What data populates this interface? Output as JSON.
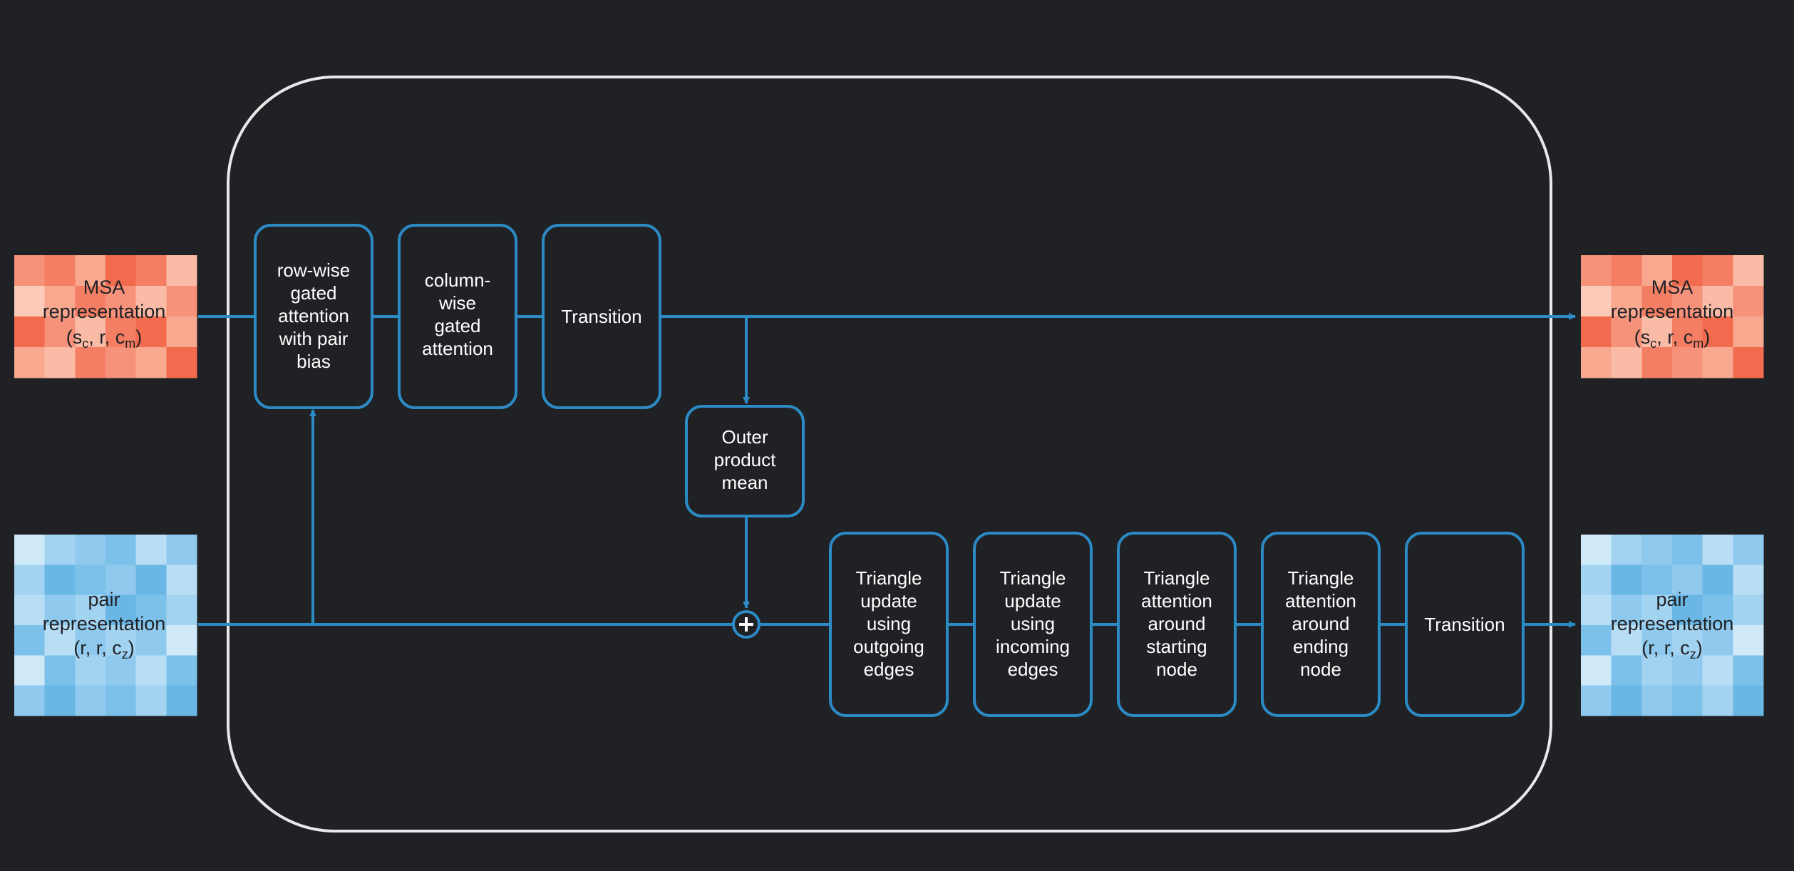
{
  "colors": {
    "background": "#202125",
    "accent": "#2c8ac4",
    "frame": "#e9e9e9",
    "msa_palette": [
      "#f26b4e",
      "#f47e63",
      "#f6927a",
      "#f8a88f",
      "#fabba6",
      "#fccab8"
    ],
    "pair_palette": [
      "#6ab7e6",
      "#7cc1ea",
      "#8fcaee",
      "#a2d3f1",
      "#b8def5",
      "#cfe9f9"
    ]
  },
  "inputs": {
    "msa": {
      "line1": "MSA",
      "line2": "representation",
      "dims_prefix": "(s",
      "dims_sub1": "c",
      "dims_mid": ", r, c",
      "dims_sub2": "m",
      "dims_suffix": ")"
    },
    "pair": {
      "line1": "pair",
      "line2": "representation",
      "dims_prefix": "(r, r, c",
      "dims_sub": "z",
      "dims_suffix": ")"
    }
  },
  "outputs": {
    "msa": {
      "line1": "MSA",
      "line2": "representation",
      "dims_prefix": "(s",
      "dims_sub1": "c",
      "dims_mid": ", r, c",
      "dims_sub2": "m",
      "dims_suffix": ")"
    },
    "pair": {
      "line1": "pair",
      "line2": "representation",
      "dims_prefix": "(r, r, c",
      "dims_sub": "z",
      "dims_suffix": ")"
    }
  },
  "msa_blocks": [
    {
      "lines": [
        "row-wise",
        "gated",
        "attention",
        "with pair",
        "bias"
      ]
    },
    {
      "lines": [
        "column-",
        "wise",
        "gated",
        "attention"
      ]
    },
    {
      "lines": [
        "Transition"
      ]
    }
  ],
  "outer_product": {
    "lines": [
      "Outer",
      "product",
      "mean"
    ]
  },
  "pair_blocks": [
    {
      "lines": [
        "Triangle",
        "update",
        "using",
        "outgoing",
        "edges"
      ]
    },
    {
      "lines": [
        "Triangle",
        "update",
        "using",
        "incoming",
        "edges"
      ]
    },
    {
      "lines": [
        "Triangle",
        "attention",
        "around",
        "starting",
        "node"
      ]
    },
    {
      "lines": [
        "Triangle",
        "attention",
        "around",
        "ending",
        "node"
      ]
    },
    {
      "lines": [
        "Transition"
      ]
    }
  ],
  "tiles": {
    "msa_pattern": [
      [
        2,
        1,
        3,
        0,
        1,
        4
      ],
      [
        5,
        3,
        1,
        2,
        4,
        2
      ],
      [
        0,
        2,
        4,
        1,
        0,
        3
      ],
      [
        3,
        4,
        1,
        2,
        3,
        0
      ]
    ],
    "pair_pattern": [
      [
        5,
        3,
        2,
        1,
        4,
        2
      ],
      [
        3,
        0,
        1,
        2,
        0,
        4
      ],
      [
        4,
        2,
        3,
        0,
        1,
        3
      ],
      [
        1,
        4,
        2,
        3,
        2,
        5
      ],
      [
        5,
        1,
        3,
        2,
        4,
        1
      ],
      [
        2,
        0,
        2,
        1,
        3,
        0
      ]
    ]
  }
}
